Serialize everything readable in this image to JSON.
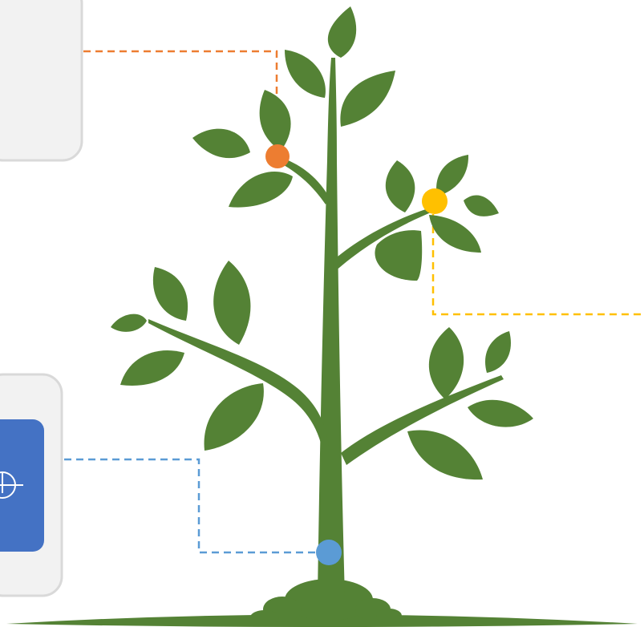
{
  "diagram": {
    "colors": {
      "background": "#ffffff",
      "leaf": "#548235",
      "trunk": "#548235",
      "ground": "#548235",
      "panel_fill": "#f2f2f2",
      "panel_border": "#d9d9d9",
      "icon_tile": "#4472c4",
      "icon_stroke": "#ffffff"
    },
    "connectors": [
      {
        "id": "top",
        "color": "#ed7d31"
      },
      {
        "id": "right",
        "color": "#ffc000"
      },
      {
        "id": "bottom",
        "color": "#5b9bd5"
      }
    ],
    "icons": {
      "bottom_panel_icon": "crosshair-target-icon"
    }
  }
}
